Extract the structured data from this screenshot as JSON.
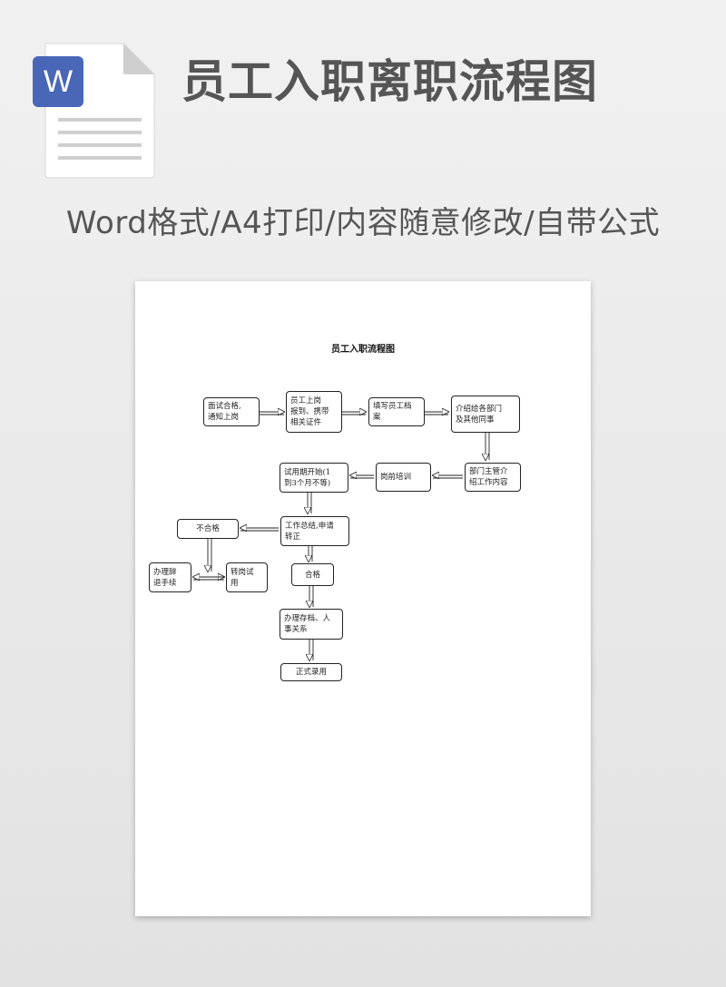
{
  "header": {
    "icon_letter": "W",
    "title": "员工入职离职流程图",
    "subtitle": "Word格式/A4打印/内容随意修改/自带公式"
  },
  "colors": {
    "icon_badge": "#4a67b7",
    "title_text": "#555555",
    "background": "#ededed"
  },
  "paper": {
    "title": "员工入职流程图",
    "nodes": {
      "interview_pass": "面试合格,\n通知上岗",
      "report_for_duty": "员工上岗\n报到、携带\n相关证件",
      "fill_record": "填写员工档\n案",
      "introduce_dept": "介绍给各部门\n及其他同事",
      "dept_head": "部门主管介\n绍工作内容",
      "pre_job_training": "岗前培训",
      "probation_start": "试用期开始(1\n到3个月不等)",
      "work_summary": "工作总结,申请\n转正",
      "fail": "不合格",
      "pass": "合格",
      "resign_procedure": "办理辞\n退手续",
      "transfer_trial": "转岗试\n用",
      "handle_archives": "办理存档、人\n事关系",
      "formal_hire": "正式录用"
    }
  }
}
